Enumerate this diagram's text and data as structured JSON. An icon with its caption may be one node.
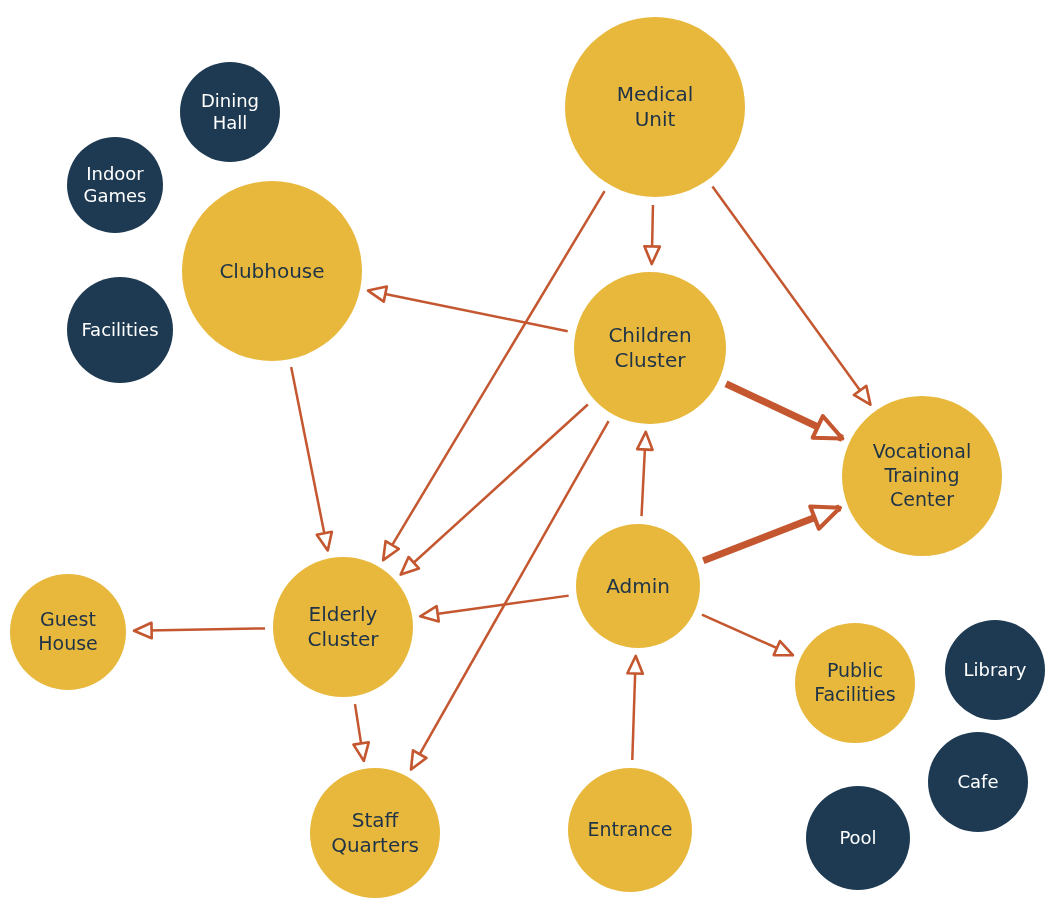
{
  "diagram": {
    "nodes": [
      {
        "text": [
          "Dining Hall"
        ]
      },
      {
        "text": [
          "Indoor Games"
        ]
      },
      {
        "text": [
          "Clubhouse"
        ]
      },
      {
        "text": [
          "Facilities"
        ]
      },
      {
        "text": [
          "Medical Unit"
        ]
      },
      {
        "text": [
          "Children Cluster"
        ]
      },
      {
        "text": [
          "Vocational Training Center"
        ]
      },
      {
        "text": [
          "Guest House"
        ]
      },
      {
        "text": [
          "Elderly Cluster"
        ]
      },
      {
        "text": [
          "Admin"
        ]
      },
      {
        "text": [
          "Public Facilities"
        ]
      },
      {
        "text": [
          "Library"
        ]
      },
      {
        "text": [
          "Cafe"
        ]
      },
      {
        "text": [
          "Staff Quarters"
        ]
      },
      {
        "text": [
          "Entrance"
        ]
      },
      {
        "text": [
          "Pool"
        ]
      }
    ],
    "edges": [
      {
        "from": 4,
        "to": 5,
        "arrow": "to"
      },
      {
        "from": 4,
        "to": 6,
        "arrow": "to"
      },
      {
        "from": 4,
        "to": 8,
        "arrow": "to"
      },
      {
        "from": 5,
        "to": 2,
        "arrow": "to"
      },
      {
        "from": 5,
        "to": 6,
        "arrow": "to",
        "style": "thick"
      },
      {
        "from": 5,
        "to": 8,
        "arrow": "to"
      },
      {
        "from": 5,
        "to": 13,
        "arrow": "to"
      },
      {
        "from": 2,
        "to": 8,
        "arrow": "to"
      },
      {
        "from": 9,
        "to": 5,
        "arrow": "to"
      },
      {
        "from": 9,
        "to": 6,
        "arrow": "to",
        "style": "thick"
      },
      {
        "from": 9,
        "to": 8,
        "arrow": "to"
      },
      {
        "from": 9,
        "to": 10,
        "arrow": "to"
      },
      {
        "from": 14,
        "to": 9,
        "arrow": "to"
      },
      {
        "from": 8,
        "to": 7,
        "arrow": "to"
      },
      {
        "from": 8,
        "to": 13,
        "arrow": "to"
      }
    ]
  }
}
